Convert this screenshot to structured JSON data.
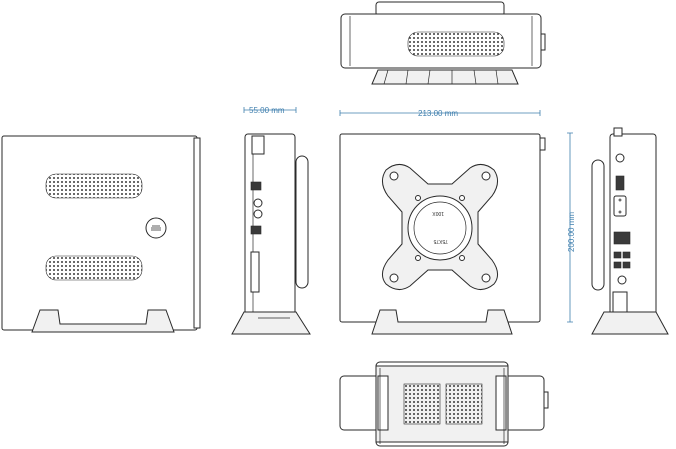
{
  "dimensions": {
    "depth": "55.00 mm",
    "width": "213.00 mm",
    "height": "200.00 mm"
  },
  "bracket_labels": {
    "label_a": "100X",
    "label_b": "75X75"
  },
  "colors": {
    "dimension_line": "#3f7fae",
    "outline": "#2a2a2a"
  }
}
